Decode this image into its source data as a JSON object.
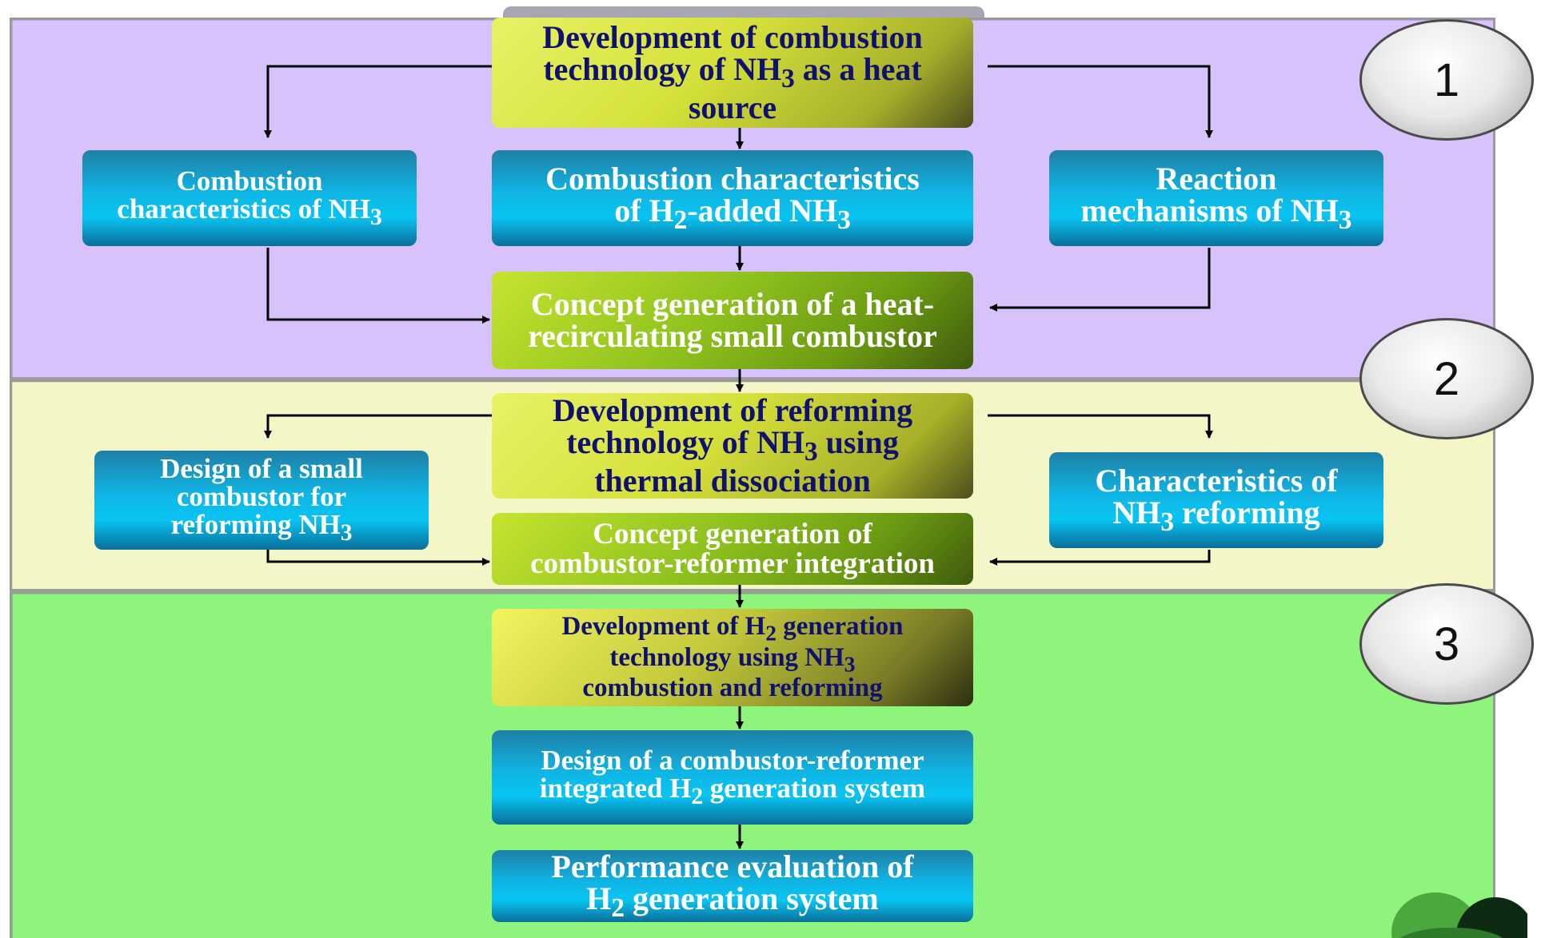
{
  "badges": [
    "1",
    "2",
    "3"
  ],
  "boxes": {
    "dev_combustion": [
      "Development of combustion",
      "technology of NH",
      "3",
      " as a heat",
      "source"
    ],
    "comb_nh3": [
      "Combustion",
      "characteristics of NH",
      "3"
    ],
    "comb_h2": [
      "Combustion characteristics",
      "of H",
      "2",
      "-added NH",
      "3"
    ],
    "reaction": [
      "Reaction",
      "mechanisms of NH",
      "3"
    ],
    "concept_heat": [
      "Concept generation of a heat-",
      "recirculating small combustor"
    ],
    "dev_reforming": [
      "Development of reforming",
      "technology of NH",
      "3",
      " using",
      "thermal dissociation"
    ],
    "design_small": [
      "Design of a small",
      "combustor for",
      "reforming NH",
      "3"
    ],
    "char_reform": [
      "Characteristics of",
      "NH",
      "3",
      " reforming"
    ],
    "concept_integ": [
      "Concept generation of",
      "combustor-reformer integration"
    ],
    "dev_h2": [
      "Development of H",
      "2",
      " generation",
      "technology using NH",
      "3",
      "combustion and reforming"
    ],
    "design_integ": [
      "Design of a combustor-reformer",
      "integrated H",
      "2",
      " generation system"
    ],
    "perf": [
      "Performance evaluation of",
      "H",
      "2",
      " generation system"
    ]
  },
  "colors": {
    "band1": "#d8c2fb",
    "band2": "#f4f6c8",
    "band3": "#8ef47c",
    "yellow_text": "#10106e"
  }
}
